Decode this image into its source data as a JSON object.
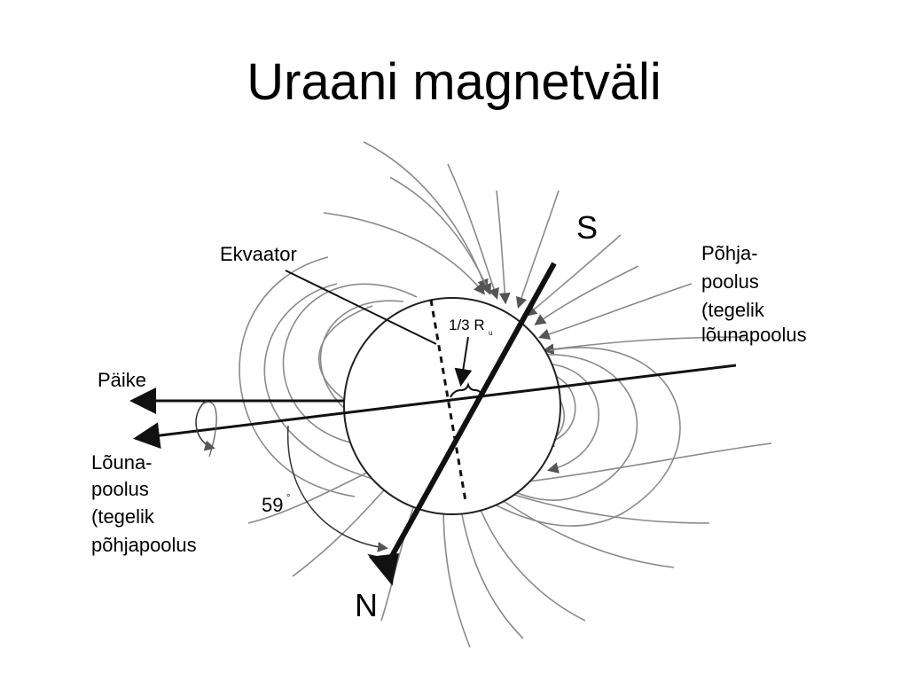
{
  "title": "Uraani magnetväli",
  "labels": {
    "s_pole": "S",
    "n_pole": "N",
    "equator": "Ekvaator",
    "offset": "1/3 R",
    "offset_sub": "u",
    "sun": "Päike",
    "north_pole": [
      "Põhja-",
      "poolus",
      "(tegelik",
      "lõunapoolus"
    ],
    "south_pole": [
      "Lõuna-",
      "poolus",
      "(tegelik",
      "põhjapoolus"
    ],
    "angle": "59",
    "angle_unit": "°"
  },
  "colors": {
    "axis": "#111111",
    "field_lines": "#8a8a8a",
    "planet_outline": "#222222"
  }
}
